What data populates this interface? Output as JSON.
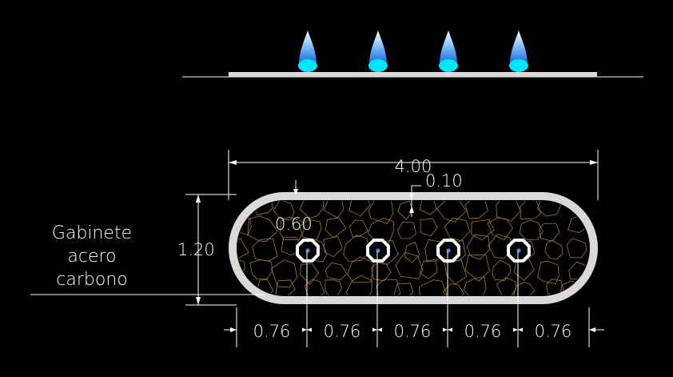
{
  "drawing": {
    "labels": {
      "overall_width": "4.00",
      "wall_thickness": "0.10",
      "height": "1.20",
      "nozzle_offset": "0.60",
      "spacing": [
        "0.76",
        "0.76",
        "0.76",
        "0.76",
        "0.76"
      ],
      "note_line1": "Gabinete",
      "note_line2": "acero",
      "note_line3": "carbono"
    },
    "fountain_count": 4,
    "colors": {
      "background": "#000000",
      "line": "#ffffff",
      "cabinet": "#d9d9d9",
      "stone_pattern": "#a47a2c",
      "water": "#3fa9ff",
      "nozzle_base": "#00e5ff",
      "nozzle_dot": "#3399ff"
    }
  }
}
